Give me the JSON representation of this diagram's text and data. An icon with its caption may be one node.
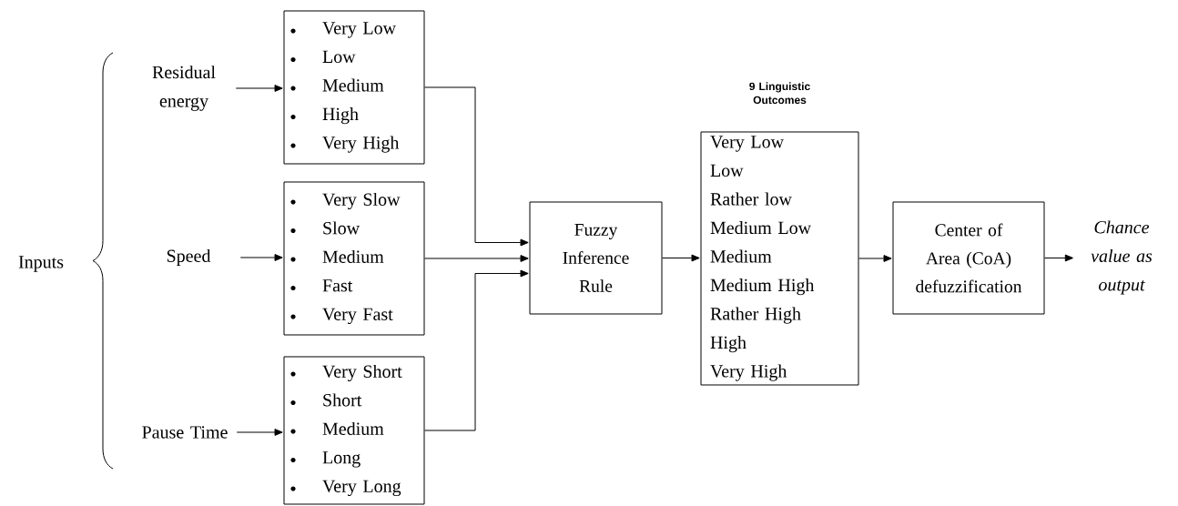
{
  "diagram": {
    "nodes": [
      {
        "text": [
          "Residual energy"
        ]
      },
      {
        "text": [
          "Speed"
        ]
      },
      {
        "text": [
          "Pause Time"
        ]
      },
      {
        "text": [
          "Very Low",
          "Low",
          "Medium",
          "High",
          "Very High"
        ]
      },
      {
        "text": [
          "Very Slow",
          "Slow",
          "Medium",
          "Fast",
          "Very Fast"
        ]
      },
      {
        "text": [
          "Very Short",
          "Short",
          "Medium",
          "Long",
          "Very Long"
        ]
      },
      {
        "text": [
          "Fuzzy Inference Rule"
        ]
      },
      {
        "text": [
          "9 Linguistic Outcomes",
          "Very Low",
          "Low",
          "Rather low",
          "Medium Low",
          "Medium",
          "Medium High",
          "Rather High",
          "High",
          "Very High"
        ]
      },
      {
        "text": [
          "Center of Area (CoA) defuzzification"
        ]
      },
      {
        "text": [
          "Chance value as output"
        ]
      }
    ],
    "edges": [
      {
        "from": 0,
        "to": 3,
        "arrow": "to"
      },
      {
        "from": 1,
        "to": 4,
        "arrow": "to"
      },
      {
        "from": 2,
        "to": 5,
        "arrow": "to"
      },
      {
        "from": 3,
        "to": 6,
        "arrow": "to"
      },
      {
        "from": 4,
        "to": 6,
        "arrow": "to"
      },
      {
        "from": 5,
        "to": 6,
        "arrow": "to"
      },
      {
        "from": 6,
        "to": 7,
        "arrow": "to"
      },
      {
        "from": 7,
        "to": 8,
        "arrow": "to"
      },
      {
        "from": 8,
        "to": 9,
        "arrow": "to"
      }
    ],
    "labels": [
      "Inputs"
    ]
  }
}
